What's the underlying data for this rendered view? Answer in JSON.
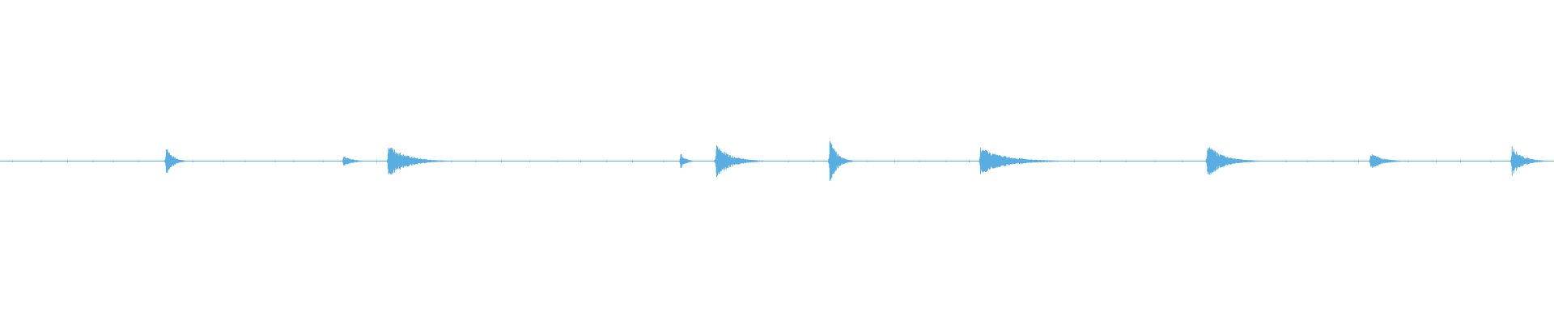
{
  "waveform": {
    "color": "#5aade0",
    "background": "#ffffff",
    "duration": 1.0,
    "amplitude_range": [
      -1,
      1
    ],
    "baseline_amplitude": 0.0,
    "transients": [
      {
        "t": 0.107,
        "peak": 0.09,
        "decay": 0.004,
        "asym": 1.0
      },
      {
        "t": 0.221,
        "peak": 0.03,
        "decay": 0.006,
        "asym": 1.0
      },
      {
        "t": 0.25,
        "peak": 0.1,
        "decay": 0.008,
        "asym": 1.4
      },
      {
        "t": 0.438,
        "peak": 0.05,
        "decay": 0.003,
        "asym": 1.0
      },
      {
        "t": 0.461,
        "peak": 0.1,
        "decay": 0.007,
        "asym": 1.3
      },
      {
        "t": 0.534,
        "peak": 0.14,
        "decay": 0.004,
        "asym": 1.1
      },
      {
        "t": 0.631,
        "peak": 0.08,
        "decay": 0.01,
        "asym": 1.6
      },
      {
        "t": 0.777,
        "peak": 0.1,
        "decay": 0.007,
        "asym": 1.4
      },
      {
        "t": 0.882,
        "peak": 0.05,
        "decay": 0.006,
        "asym": 1.2
      },
      {
        "t": 0.973,
        "peak": 0.09,
        "decay": 0.005,
        "asym": 1.3
      }
    ]
  }
}
